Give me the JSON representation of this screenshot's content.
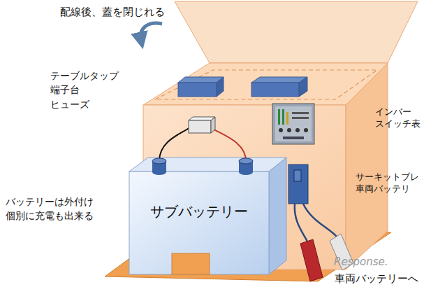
{
  "diagram": {
    "nodes": [
      {
        "text": [
          "サブバッテリー"
        ]
      }
    ],
    "labels": [
      "配線後、蓋を閉じれる",
      "テーブルタップ 端子台 ヒューズ",
      "インバー スイッチ表",
      "サーキットブレ 車両バッテリ",
      "バッテリーは外付け 個別に充電も出来る",
      "車両バッテリーへ",
      "Response."
    ]
  }
}
